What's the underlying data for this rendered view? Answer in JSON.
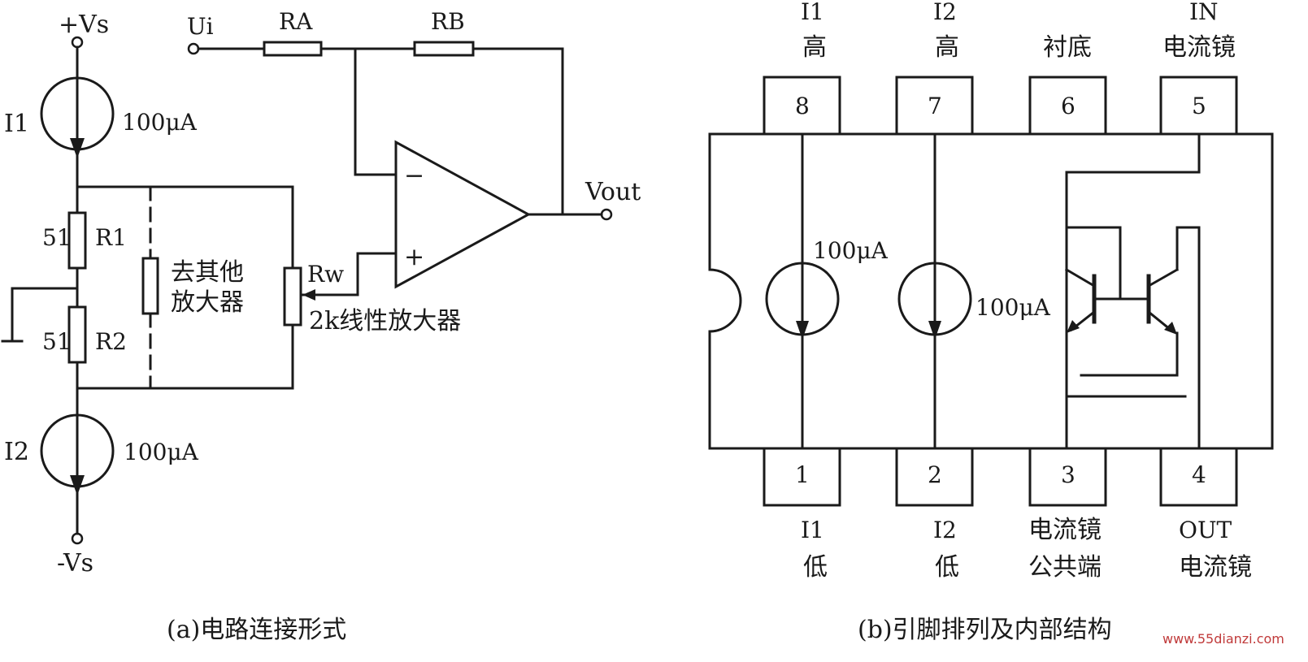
{
  "circuit_a": {
    "vs_pos": "+Vs",
    "vs_neg": "-Vs",
    "i1": "I1",
    "i2": "I2",
    "i1_val": "100μA",
    "i2_val": "100μA",
    "r1": "R1",
    "r2": "R2",
    "r1_val": "51",
    "r2_val": "51",
    "other_amp_1": "去其他",
    "other_amp_2": "放大器",
    "ui": "Ui",
    "ra": "RA",
    "rb": "RB",
    "rw": "Rw",
    "rw_note": "2k线性放大器",
    "vout": "Vout",
    "minus": "−",
    "plus": "+",
    "caption": "(a)电路连接形式"
  },
  "chip_b": {
    "top_pins": [
      {
        "num": "8",
        "label1": "I1",
        "label2": "高"
      },
      {
        "num": "7",
        "label1": "I2",
        "label2": "高"
      },
      {
        "num": "6",
        "label1": "",
        "label2": "衬底"
      },
      {
        "num": "5",
        "label1": "IN",
        "label2": "电流镜"
      }
    ],
    "bottom_pins": [
      {
        "num": "1",
        "label1": "I1",
        "label2": "低"
      },
      {
        "num": "2",
        "label1": "I2",
        "label2": "低"
      },
      {
        "num": "3",
        "label1": "电流镜",
        "label2": "公共端"
      },
      {
        "num": "4",
        "label1": "OUT",
        "label2": "电流镜"
      }
    ],
    "src1_val": "100μA",
    "src2_val": "100μA",
    "caption": "(b)引脚排列及内部结构"
  },
  "watermark": "www.55dianzi.com"
}
